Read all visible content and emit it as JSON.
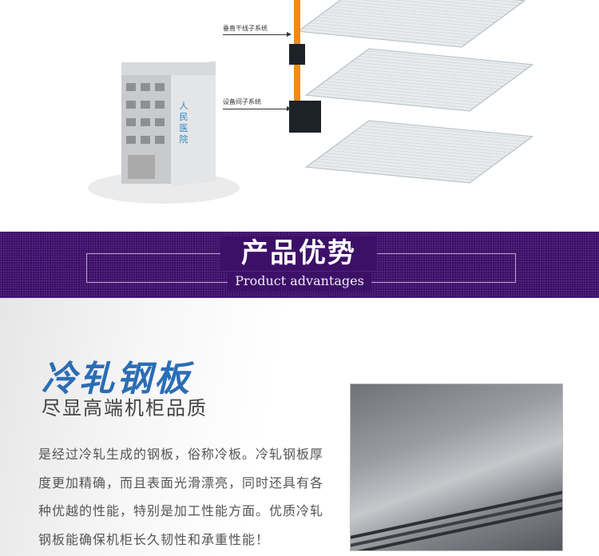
{
  "diagram": {
    "label_backbone": "垂直干线子系统",
    "label_equipment": "设备间子系统",
    "building_sign": "人民医院"
  },
  "banner": {
    "title": "产品优势",
    "subtitle": "Product advantages"
  },
  "feature": {
    "title": "冷轧钢板",
    "subtitle": "尽显高端机柜品质",
    "lines": [
      "是经过冷轧生成的钢板，俗称冷板。冷轧钢板厚",
      "度更加精确，而且表面光滑漂亮，同时还具有各",
      "种优越的性能，特别是加工性能方面。优质冷轧",
      "钢板能确保机柜长久韧性和承重性能！"
    ]
  }
}
